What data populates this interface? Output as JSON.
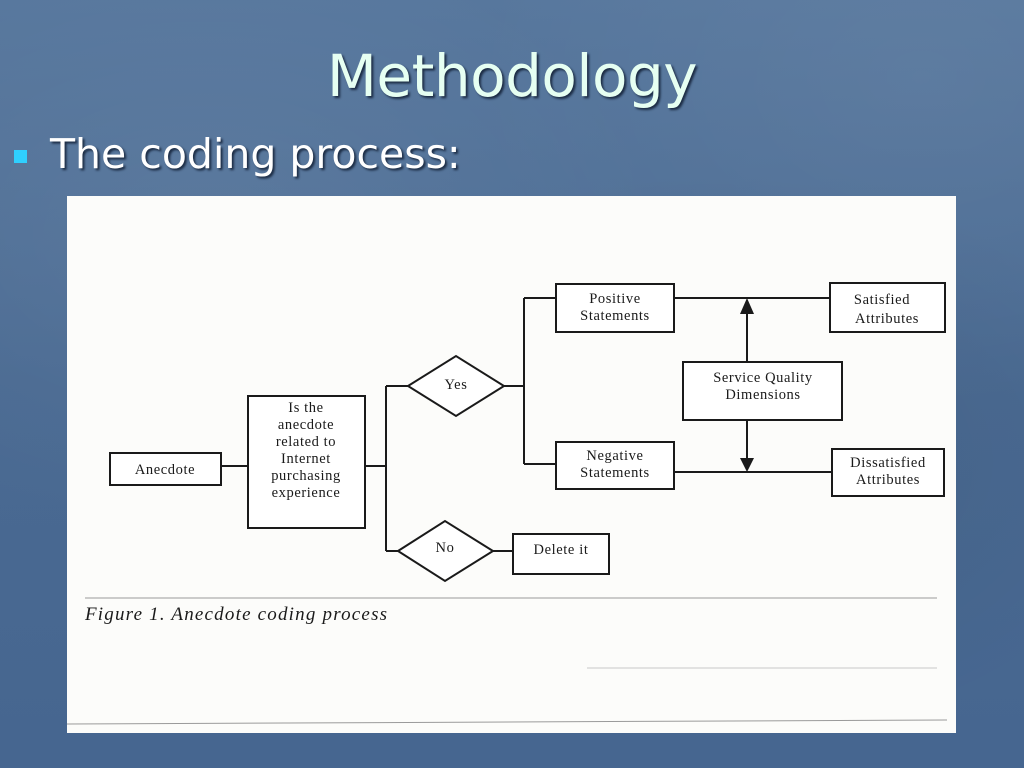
{
  "slide": {
    "title": "Methodology",
    "bullet": "The coding process:"
  },
  "colors": {
    "background": "#4d6e96",
    "title": "#e6fff2",
    "bullet_marker": "#2fd0ff"
  },
  "diagram": {
    "nodes": {
      "anecdote": "Anecdote",
      "question": [
        "Is the",
        "anecdote",
        "related to",
        "Internet",
        "purchasing",
        "experience"
      ],
      "yes": "Yes",
      "no": "No",
      "delete": "Delete it",
      "positive": [
        "Positive",
        "Statements"
      ],
      "negative": [
        "Negative",
        "Statements"
      ],
      "sqd": [
        "Service Quality",
        "Dimensions"
      ],
      "satisfied": [
        "Satisfied",
        "Attributes"
      ],
      "dissatisfied": [
        "Dissatisfied",
        "Attributes"
      ]
    },
    "caption": "Figure 1.   Anecdote coding process"
  }
}
